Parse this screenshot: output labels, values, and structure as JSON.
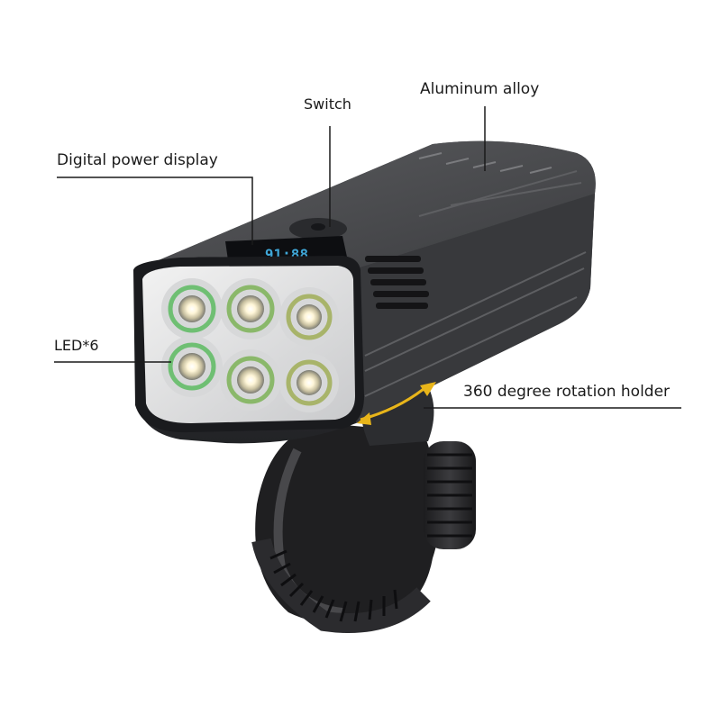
{
  "callouts": {
    "switch": "Switch",
    "aluminum": "Aluminum alloy",
    "display": "Digital power display",
    "led": "LED*6",
    "holder": "360 degree rotation holder"
  },
  "display": {
    "readout": "91:88"
  },
  "colors": {
    "body": "#3a3b3d",
    "leader": "#1a1a1a",
    "display_text": "#3fa7d8",
    "led_ring": "#6fbf73",
    "rotation_arrow": "#e8b51a"
  }
}
